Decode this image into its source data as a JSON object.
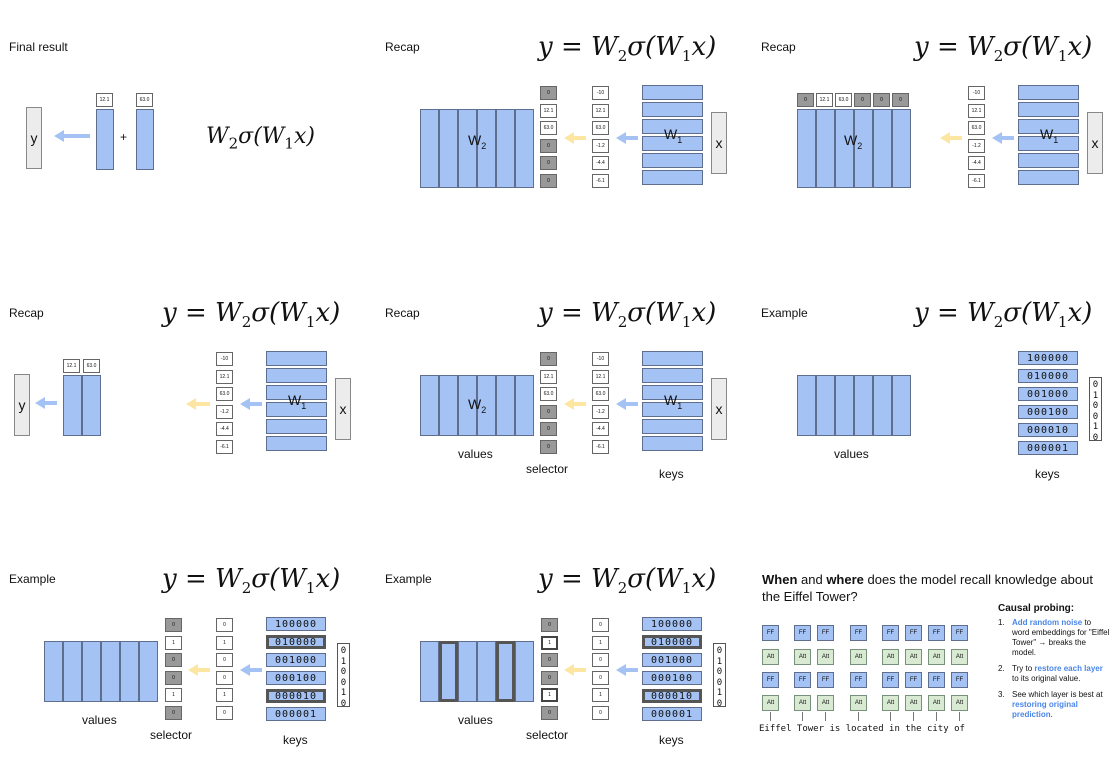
{
  "labels": {
    "final_result": "Final result",
    "recap": "Recap",
    "example": "Example",
    "equation_lhs": "y = W",
    "equation_rest": "σ(W",
    "equation_end": "x)",
    "sub1": "1",
    "sub2": "2",
    "y": "y",
    "x": "x",
    "plus": "+",
    "W": "W",
    "values": "values",
    "selector": "selector",
    "keys": "keys"
  },
  "hidden_values": [
    "-10",
    "12.1",
    "63.0",
    "-1.2",
    "-4.4",
    "-6.1"
  ],
  "selected_values": [
    "0",
    "12.1",
    "63.0",
    "0",
    "0",
    "0"
  ],
  "top_pair": [
    "12.1",
    "63.0"
  ],
  "onehot_selector": [
    "0",
    "1",
    "0",
    "0",
    "1",
    "0"
  ],
  "keys": [
    "100000",
    "010000",
    "001000",
    "000100",
    "000010",
    "000001"
  ],
  "x_vector": [
    "0",
    "1",
    "0",
    "0",
    "1",
    "0"
  ],
  "probing": {
    "question_when": "When",
    "question_and": " and ",
    "question_where": "where",
    "question_rest": " does the model recall knowledge about the Eiffel Tower?",
    "heading": "Causal probing:",
    "steps": [
      {
        "num": "1.",
        "highlight": "Add random noise",
        "rest": " to word embeddings for \"Eiffel Tower\" → breaks the model."
      },
      {
        "num": "2.",
        "pre": "Try to ",
        "highlight": "restore each layer",
        "rest": " to its original value."
      },
      {
        "num": "3.",
        "pre": "See which layer is best at ",
        "highlight": "restoring original prediction",
        "rest": "."
      }
    ],
    "ff": "FF",
    "att": "Att",
    "tokens": "Eiffel Tower is located in the city of",
    "accent": "#4a86e8"
  },
  "colors": {
    "blue": "#a4c2f4",
    "yellow": "#fde5a2",
    "green": "#d9ead3",
    "gray": "#ececec"
  }
}
